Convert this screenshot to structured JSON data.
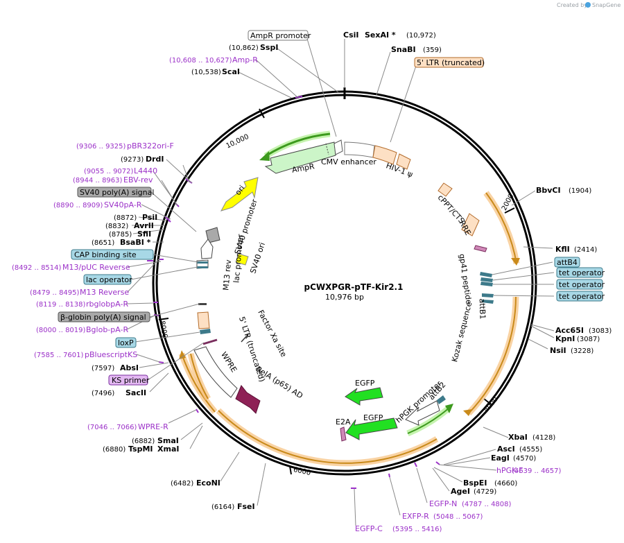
{
  "credit": {
    "prefix": "Created by",
    "brand": "SnapGene"
  },
  "plasmid": {
    "name": "pCWXPGR-pTF-Kir2.1",
    "size": "10,976 bp"
  },
  "ticks": {
    "t2000": "2000",
    "t4000": "4000",
    "t6000": "6000",
    "t8000": "8000",
    "t10000": "10,000"
  },
  "features_inner": {
    "ampr": "AmpR",
    "cmv": "CMV enhancer",
    "hiv": "HIV-1 ψ",
    "cppt": "cPPT/CTS",
    "rre": "RRE",
    "gp41": "gp41 peptide",
    "attb1": "attB1",
    "kozak": "Kozak sequence",
    "ori": "ori",
    "sv40p": "SV40 promoter",
    "sv40ori": "SV40 ori",
    "m13rev": "M13 rev",
    "lacp": "lac promoter",
    "factorxa": "Factor Xa site",
    "ltr5": "5' LTR (truncated)",
    "wpre": "WPRE",
    "rela": "RelA (p65) AD",
    "egfp1": "EGFP",
    "egfp2": "EGFP",
    "hpgk": "hPGK promoter",
    "attb2": "attB2",
    "e2a": "E2A"
  },
  "sites": {
    "csii": {
      "name": "CsiI",
      "name2": "SexAI *",
      "pos": "(10,972)"
    },
    "snabi": {
      "name": "SnaBI",
      "pos": "(359)"
    },
    "sspi": {
      "name": "SspI",
      "pos": "(10,862)"
    },
    "scai": {
      "name": "ScaI",
      "pos": "(10,538)"
    },
    "drdi": {
      "name": "DrdI",
      "pos": "(9273)"
    },
    "psii": {
      "name": "PsiI",
      "pos": "(8872)"
    },
    "avrii": {
      "name": "AvrII",
      "pos": "(8832)"
    },
    "sfii": {
      "name": "SfiI",
      "pos": "(8785)"
    },
    "bsabi": {
      "name": "BsaBI *",
      "pos": "(8651)"
    },
    "absi": {
      "name": "AbsI",
      "pos": "(7597)"
    },
    "sacii": {
      "name": "SacII",
      "pos": "(7496)"
    },
    "smai": {
      "name": "SmaI",
      "pos": "(6882)"
    },
    "tspmi": {
      "name": "TspMI",
      "name2": "XmaI",
      "pos": "(6880)"
    },
    "econi": {
      "name": "EcoNI",
      "pos": "(6482)"
    },
    "fsei": {
      "name": "FseI",
      "pos": "(6164)"
    },
    "bbvci": {
      "name": "BbvCI",
      "pos": "(1904)"
    },
    "kfli": {
      "name": "KflI",
      "pos": "(2414)"
    },
    "acc65i": {
      "name": "Acc65I",
      "pos": "(3083)"
    },
    "kpni": {
      "name": "KpnI",
      "pos": "(3087)"
    },
    "nsii": {
      "name": "NsiI",
      "pos": "(3228)"
    },
    "xbai": {
      "name": "XbaI",
      "pos": "(4128)"
    },
    "asci": {
      "name": "AscI",
      "pos": "(4555)"
    },
    "eagi": {
      "name": "EagI",
      "pos": "(4570)"
    },
    "bspei": {
      "name": "BspEI",
      "pos": "(4660)"
    },
    "agei": {
      "name": "AgeI",
      "pos": "(4729)"
    }
  },
  "primers": {
    "ampr": {
      "pos": "(10,608 .. 10,627)",
      "name": "Amp-R"
    },
    "pbr": {
      "pos": "(9306 .. 9325)",
      "name": "pBR322ori-F"
    },
    "l4440": {
      "pos": "(9055 .. 9072)",
      "name": "L4440"
    },
    "ebv": {
      "pos": "(8944 .. 8963)",
      "name": "EBV-rev"
    },
    "sv40pa": {
      "pos": "(8890 .. 8909)",
      "name": "SV40pA-R"
    },
    "m13puc": {
      "pos": "(8492 .. 8514)",
      "name": "M13/pUC Reverse"
    },
    "m13rev": {
      "pos": "(8479 .. 8495)",
      "name": "M13 Reverse"
    },
    "rbglob": {
      "pos": "(8119 .. 8138)",
      "name": "rbglobpA-R"
    },
    "bglob": {
      "pos": "(8000 .. 8019)",
      "name": "Bglob-pA-R"
    },
    "pblue": {
      "pos": "(7585 .. 7601)",
      "name": "pBluescriptKS"
    },
    "wpre": {
      "pos": "(7046 .. 7066)",
      "name": "WPRE-R"
    },
    "hpgkf": {
      "pos": "(4639 .. 4657)",
      "name": "hPGK-F"
    },
    "egfpn": {
      "pos": "(4787 .. 4808)",
      "name": "EGFP-N"
    },
    "exfpr": {
      "pos": "(5048 .. 5067)",
      "name": "EXFP-R"
    },
    "egfpc": {
      "pos": "(5395 .. 5416)",
      "name": "EGFP-C"
    }
  },
  "boxes": {
    "amppromoter": "AmpR promoter",
    "ltr5": "5' LTR (truncated)",
    "sv40polya": "SV40 poly(A) signal",
    "cap": "CAP binding site",
    "lacop": "lac operator",
    "bglobin": "β-globin poly(A) signal",
    "loxp": "loxP",
    "ksprimer": "KS primer",
    "attb4": "attB4",
    "tet1": "tet operator",
    "tet2": "tet operator",
    "tet3": "tet operator"
  }
}
